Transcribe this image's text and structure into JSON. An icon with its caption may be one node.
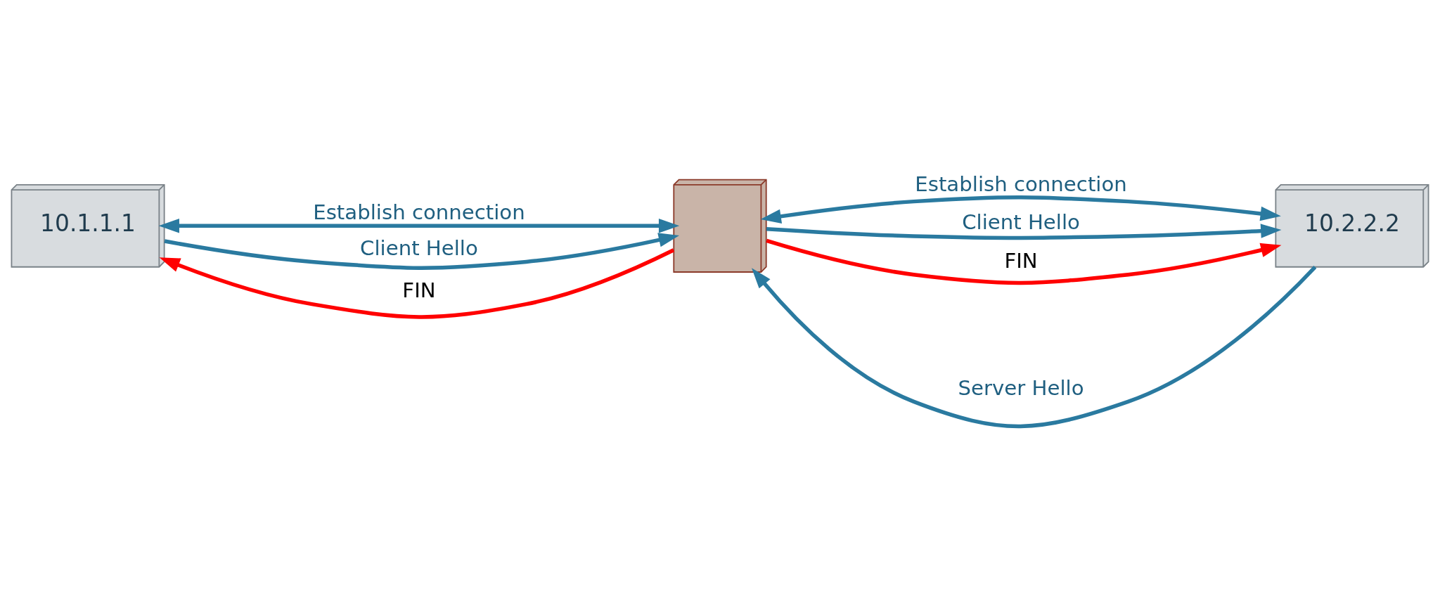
{
  "diagram": {
    "nodes": [
      {
        "text": [
          "10.1.1.1"
        ]
      },
      {
        "text": [],
        "shape": "picture"
      },
      {
        "text": [
          "10.2.2.2"
        ]
      }
    ],
    "edges": [
      {
        "from": 0,
        "to": 1,
        "arrow": "both",
        "label": "Establish connection"
      },
      {
        "from": 0,
        "to": 1,
        "arrow": "to",
        "label": "Client Hello"
      },
      {
        "from": 1,
        "to": 0,
        "arrow": "to",
        "label": "FIN",
        "color": "#ff0000"
      },
      {
        "from": 1,
        "to": 2,
        "arrow": "both",
        "label": "Establish connection"
      },
      {
        "from": 1,
        "to": 2,
        "arrow": "to",
        "label": "Client Hello"
      },
      {
        "from": 2,
        "to": 1,
        "arrow": "to",
        "label": "Server Hello"
      },
      {
        "from": 1,
        "to": 2,
        "arrow": "to",
        "label": "FIN",
        "color": "#ff0000"
      }
    ]
  }
}
